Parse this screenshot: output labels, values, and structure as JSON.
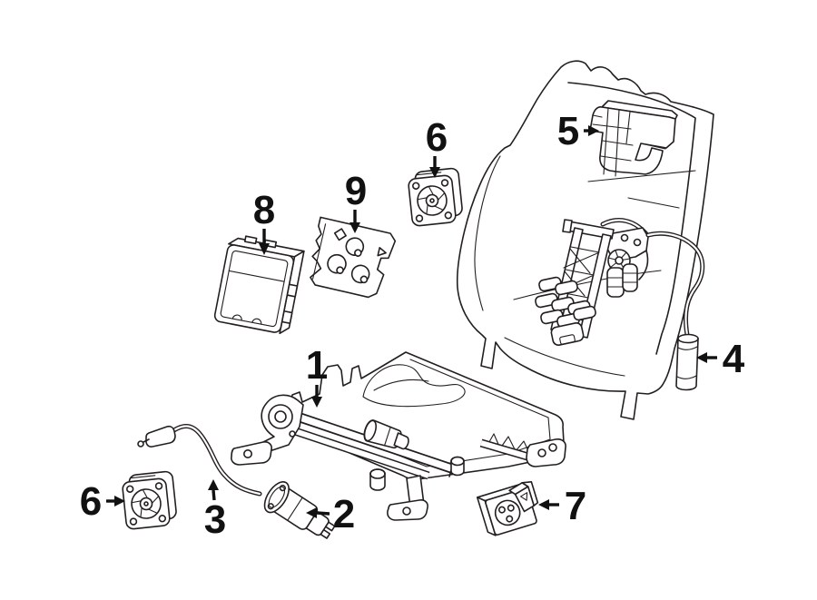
{
  "colors": {
    "ink": "#231f20",
    "background": "#ffffff"
  },
  "diagram": {
    "callouts": {
      "c1": {
        "label": "1"
      },
      "c2": {
        "label": "2"
      },
      "c3": {
        "label": "3"
      },
      "c4": {
        "label": "4"
      },
      "c5": {
        "label": "5"
      },
      "c6a": {
        "label": "6"
      },
      "c6b": {
        "label": "6"
      },
      "c7": {
        "label": "7"
      },
      "c8": {
        "label": "8"
      },
      "c9": {
        "label": "9"
      }
    }
  }
}
